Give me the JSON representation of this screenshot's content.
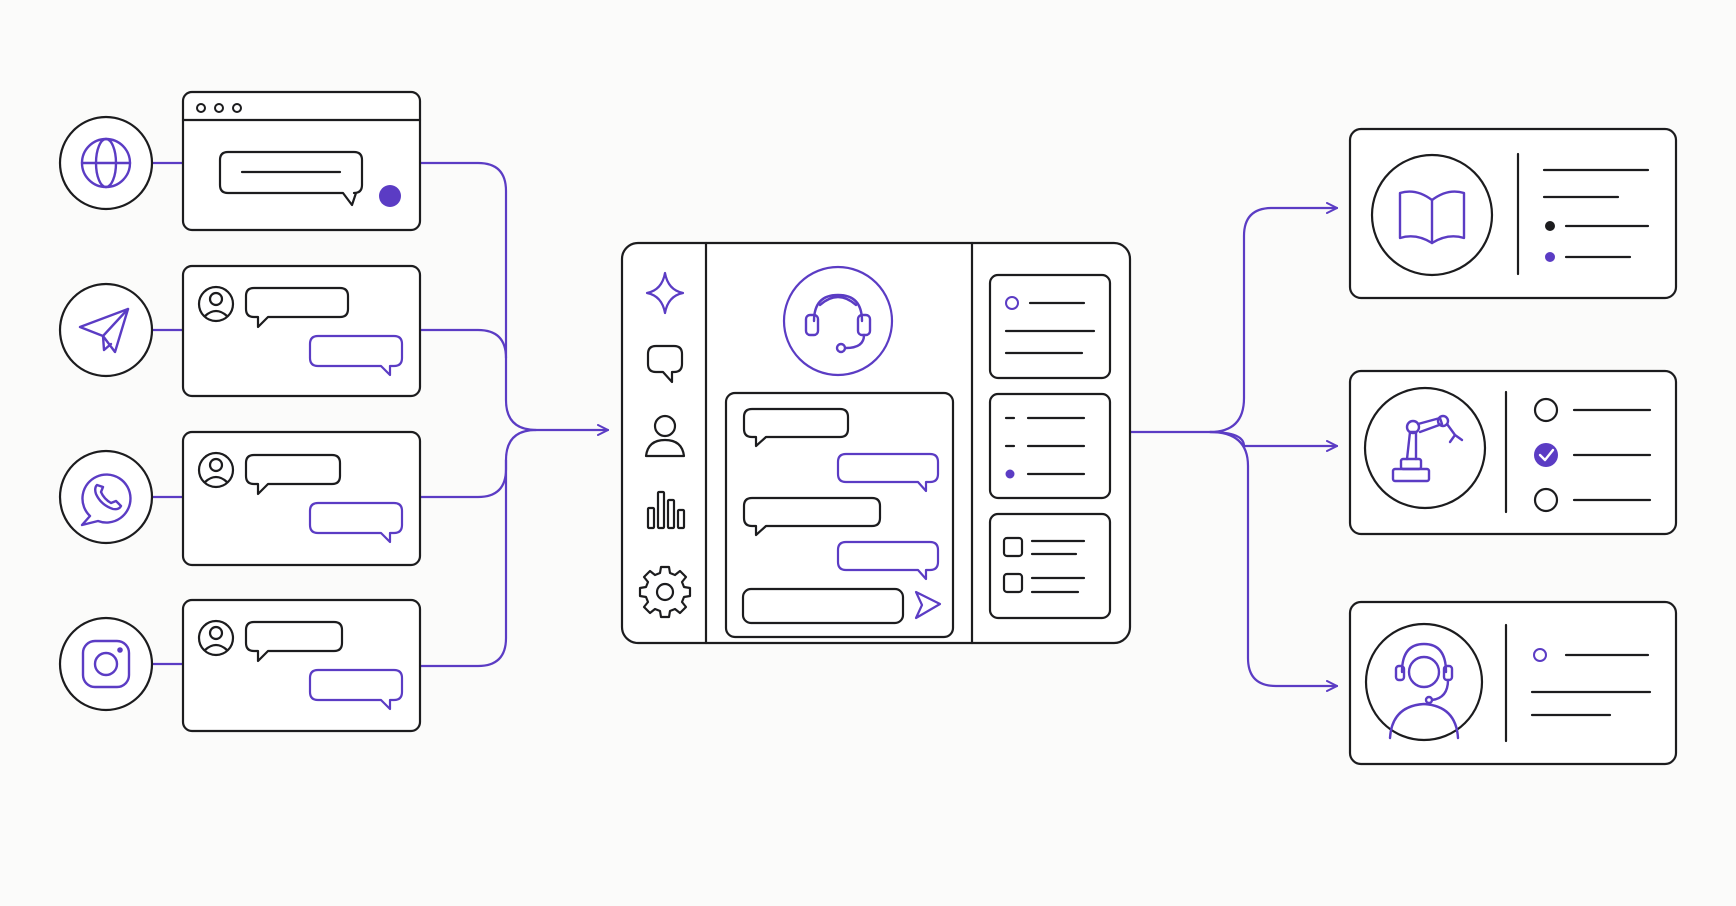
{
  "colors": {
    "background": "#fbfbfa",
    "ink": "#1c1c1e",
    "accent": "#5b3cc4",
    "card_fill": "#ffffff"
  },
  "channels": [
    {
      "icon": "globe-icon",
      "panel": "web-chat-window"
    },
    {
      "icon": "paper-plane-icon",
      "panel": "telegram-chat-card"
    },
    {
      "icon": "whatsapp-phone-icon",
      "panel": "whatsapp-chat-card"
    },
    {
      "icon": "instagram-icon",
      "panel": "instagram-chat-card"
    }
  ],
  "hub": {
    "sidebar_icons": [
      "sparkle-icon",
      "chat-bubble-icon",
      "user-icon",
      "bar-chart-icon",
      "gear-icon"
    ],
    "center_icon": "headset-icon",
    "send_icon": "send-icon"
  },
  "outputs": [
    {
      "icon": "open-book-icon",
      "name": "knowledge-base-card"
    },
    {
      "icon": "robot-arm-icon",
      "name": "automation-card"
    },
    {
      "icon": "human-agent-icon",
      "name": "human-agent-card"
    }
  ]
}
